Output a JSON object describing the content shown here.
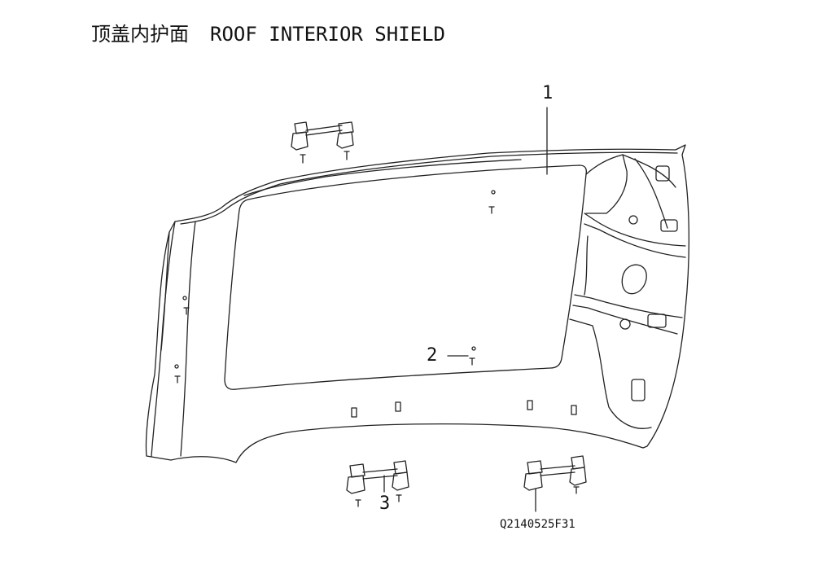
{
  "title": {
    "cn": "顶盖内护面",
    "en": "ROOF INTERIOR SHIELD"
  },
  "callouts": {
    "c1": "1",
    "c2": "2",
    "c3": "3"
  },
  "drawing_code": "Q2140525F31",
  "colors": {
    "line": "#222222",
    "panel_fill": "#ffffff"
  }
}
